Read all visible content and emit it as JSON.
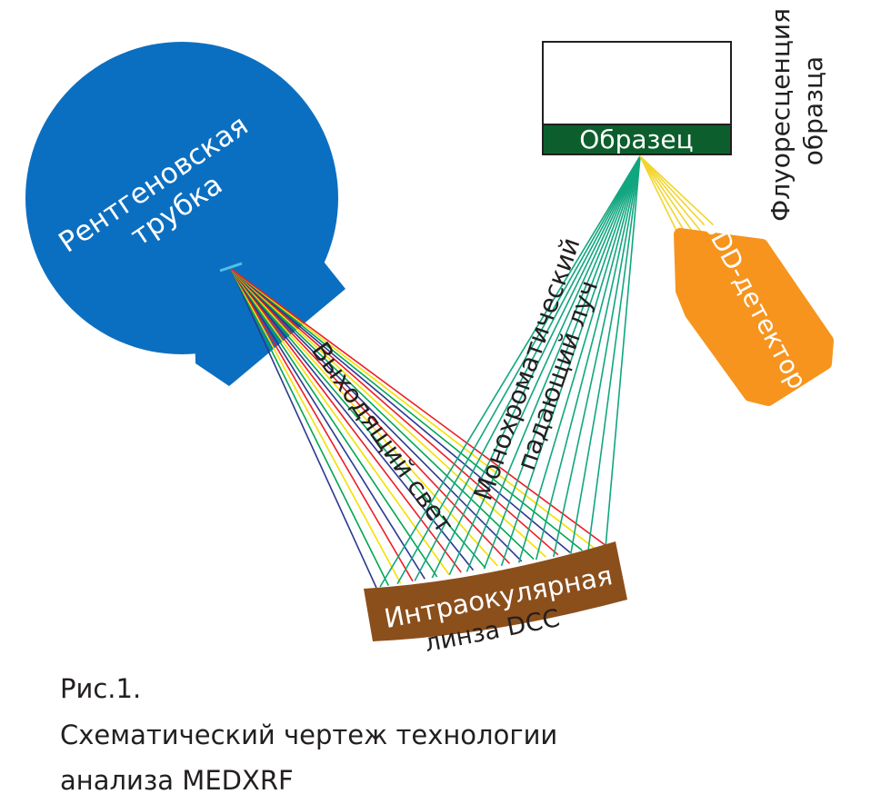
{
  "labels": {
    "xray_tube": [
      "Рентгеновская",
      "трубка"
    ],
    "sample": "Образец",
    "sample_fluorescence": [
      "Флуоресценция",
      "образца"
    ],
    "sdd_detector": "SDD-детектор",
    "outgoing_light": "Выходящий свет",
    "incident_beam": [
      "Монохроматический",
      "падающий луч"
    ],
    "lens": [
      "Интраокулярная",
      "линза DCC"
    ]
  },
  "caption": {
    "line1": "Рис.1.",
    "line2": "Схематический чертеж технологии",
    "line3": "анализа MEDXRF"
  },
  "colors": {
    "tube": "#0b6fc1",
    "sample_band": "#0c5f2d",
    "lens": "#8b4f1c",
    "detector": "#f7941d",
    "incident_beam": "#11a67f",
    "fluorescence_beam": "#f3d52c",
    "text_dark": "#231f20",
    "text_light": "#ffffff"
  },
  "outgoing_beam_colors": [
    "#2b3990",
    "#00a651",
    "#f5e000",
    "#ed1c24"
  ]
}
